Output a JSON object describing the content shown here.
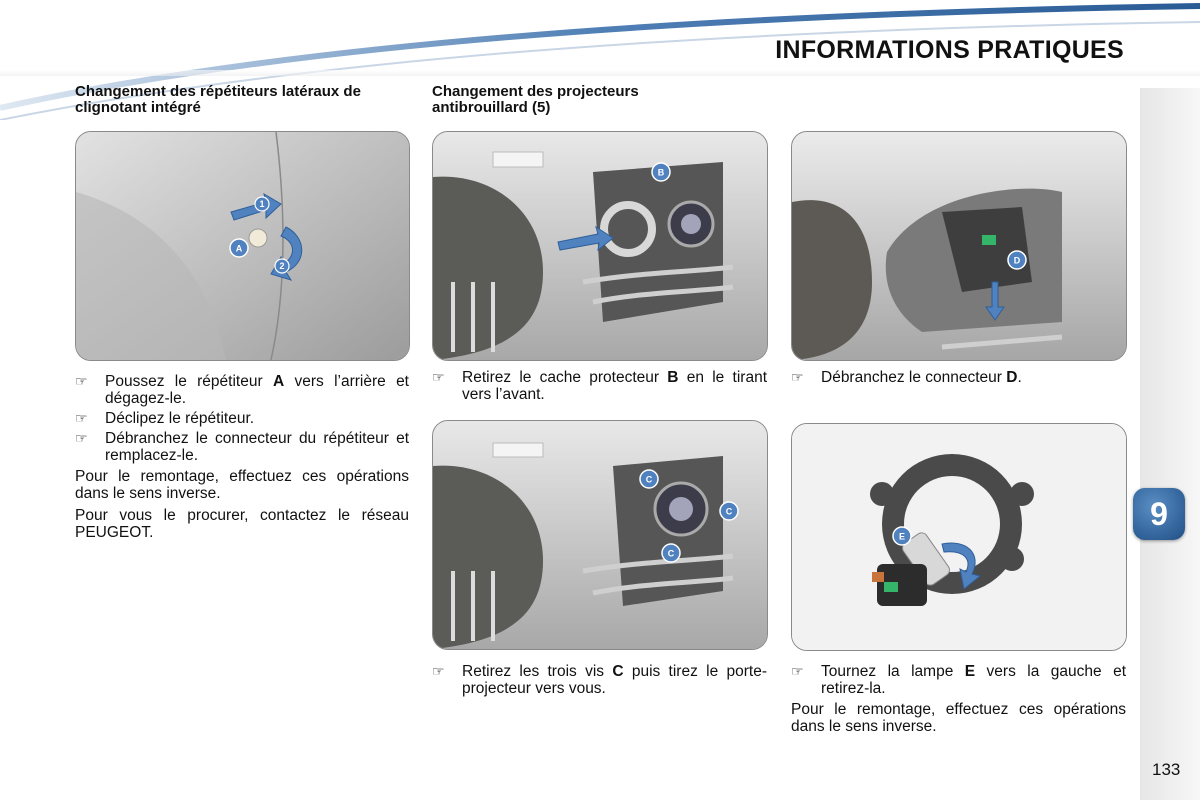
{
  "header": {
    "title": "INFORMATIONS PRATIQUES"
  },
  "chapter_badge": "9",
  "page_number": "133",
  "sections": {
    "left_title": "Changement des répétiteurs latéraux de clignotant intégré",
    "middle_title": "Changement des projecteurs antibrouillard (5)"
  },
  "photos": {
    "p1_labels": [
      "A",
      "1",
      "2"
    ],
    "p2_labels": [
      "B"
    ],
    "p3_labels": [
      "D"
    ],
    "p4_labels": [
      "C",
      "C",
      "C"
    ],
    "p5_labels": [
      "E"
    ]
  },
  "texts": {
    "left": {
      "b1_pre": "Poussez le répétiteur ",
      "b1_bold": "A",
      "b1_post": " vers l’arrière et dégagez-le.",
      "b2": "Déclipez le répétiteur.",
      "b3": "Débranchez le connecteur du répétiteur et remplacez-le.",
      "p1": "Pour le remontage, effectuez ces opérations dans le sens inverse.",
      "p2": "Pour vous le procurer, contactez le réseau PEUGEOT."
    },
    "mid_top": {
      "b1_pre": "Retirez le cache protecteur ",
      "b1_bold": "B",
      "b1_post": " en le tirant vers l’avant."
    },
    "right_top": {
      "b1_pre": "Débranchez le connecteur ",
      "b1_bold": "D",
      "b1_post": "."
    },
    "mid_bottom": {
      "b1_pre": "Retirez les trois vis ",
      "b1_bold": "C",
      "b1_post": " puis tirez le porte-projecteur vers vous."
    },
    "right_bottom": {
      "b1_pre": "Tournez la lampe ",
      "b1_bold": "E",
      "b1_post": " vers la gauche et retirez-la.",
      "p1": "Pour le remontage, effectuez ces opérations dans le sens inverse."
    }
  },
  "bullet_glyph": "☞",
  "colors": {
    "accent_blue": "#2f5f9a",
    "badge_blue": "#1f4f86"
  }
}
